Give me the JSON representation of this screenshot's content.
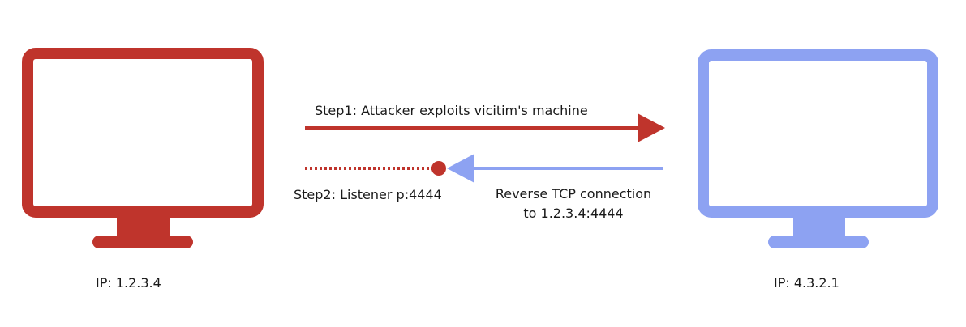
{
  "attacker": {
    "ip_label": "IP: 1.2.3.4",
    "color": "#bf342c",
    "icon": "monitor-icon"
  },
  "victim": {
    "ip_label": "IP: 4.3.2.1",
    "color": "#8da2f2",
    "icon": "monitor-icon"
  },
  "step1": {
    "label": "Step1: Attacker exploits vicitim's machine",
    "color": "#bf342c"
  },
  "step2": {
    "label": "Step2: Listener p:4444",
    "color": "#bf342c"
  },
  "reverse_connection": {
    "line1": "Reverse TCP connection",
    "line2": "to 1.2.3.4:4444",
    "color": "#8da2f2"
  }
}
